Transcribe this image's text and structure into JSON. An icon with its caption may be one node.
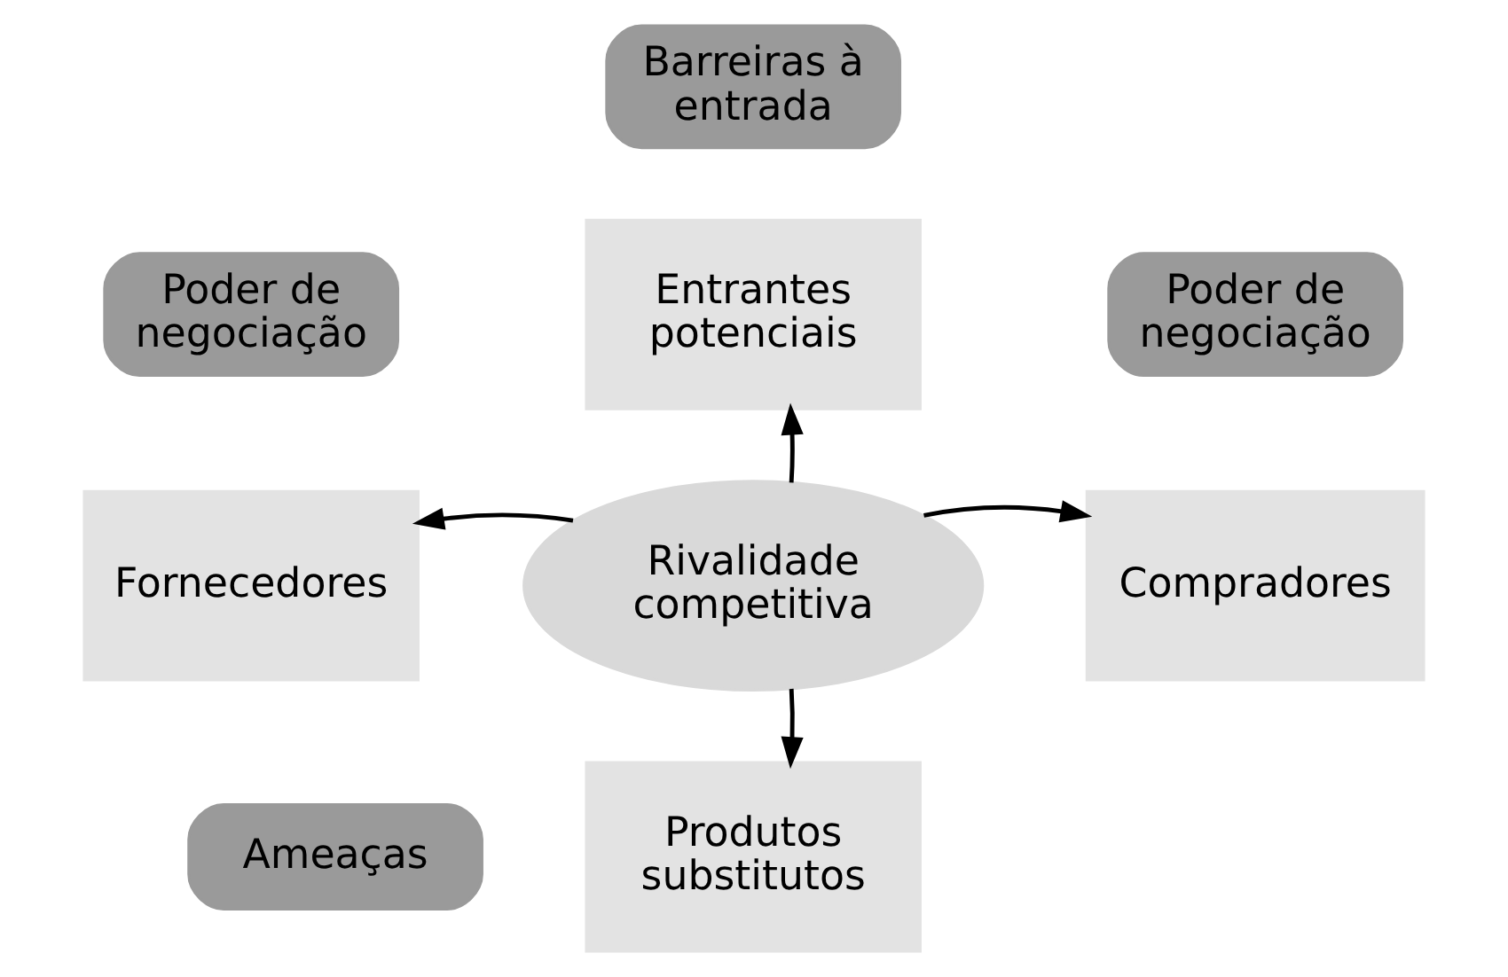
{
  "diagram": {
    "nodes": [
      {
        "text": [
          "Rivalidade competitiva"
        ]
      },
      {
        "text": [
          "Entrantes potenciais"
        ]
      },
      {
        "text": [
          "Fornecedores"
        ]
      },
      {
        "text": [
          "Compradores"
        ]
      },
      {
        "text": [
          "Produtos substitutos"
        ]
      },
      {
        "text": [
          "Barreiras à entrada"
        ]
      },
      {
        "text": [
          "Poder de negociação"
        ]
      },
      {
        "text": [
          "Poder de negociação"
        ]
      },
      {
        "text": [
          "Ameaças"
        ]
      }
    ],
    "edges": [
      {
        "from": 0,
        "to": 1,
        "arrow": "to"
      },
      {
        "from": 0,
        "to": 2,
        "arrow": "to"
      },
      {
        "from": 0,
        "to": 3,
        "arrow": "to"
      },
      {
        "from": 0,
        "to": 4,
        "arrow": "to"
      }
    ]
  }
}
